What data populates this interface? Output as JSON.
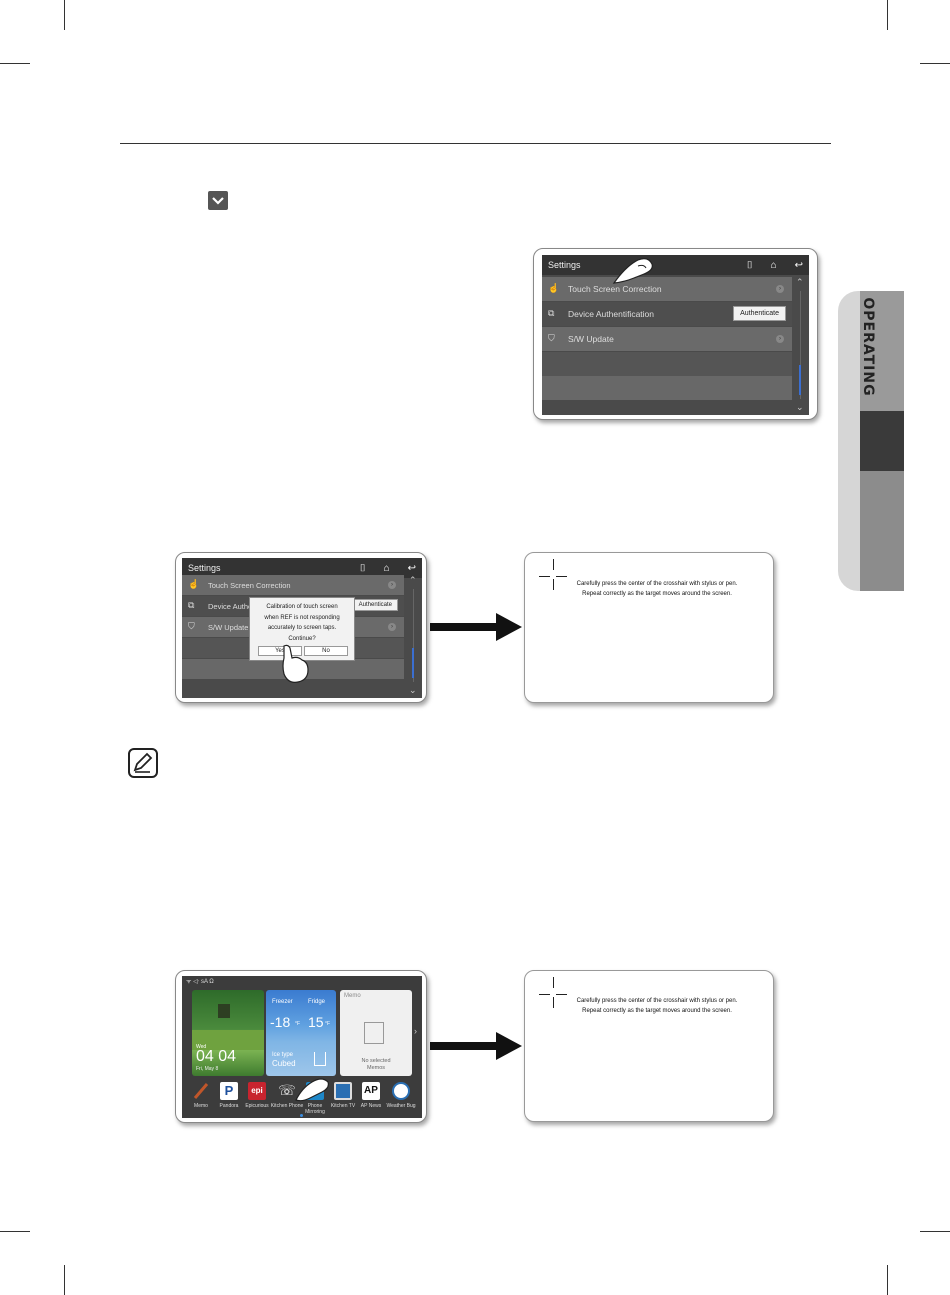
{
  "side_tab": {
    "label": "OPERATING"
  },
  "screen1": {
    "title": "Settings",
    "rows": [
      {
        "label": "Touch Screen Correction"
      },
      {
        "label": "Device Authentification",
        "button": "Authenticate"
      },
      {
        "label": "S/W Update"
      }
    ]
  },
  "screen2": {
    "title": "Settings",
    "rows": [
      {
        "label": "Touch Screen Correction"
      },
      {
        "label": "Device Authe",
        "button": "Authenticate"
      },
      {
        "label": "S/W Update"
      }
    ],
    "popup": {
      "line1": "Calibration of touch screen",
      "line2": "when REF is not responding",
      "line3": "accurately to screen taps.",
      "line4": "Continue?",
      "yes": "Yes",
      "no": "No"
    }
  },
  "calibration": {
    "line1": "Carefully press the center of the crosshair with stylus or pen.",
    "line2": "Repeat correctly as the target moves around the screen."
  },
  "home": {
    "status": "ᯤ ◁ᐧ   sA Ω",
    "clock": {
      "day": "Wed",
      "time": "04 04",
      "date": "Fri, May 8"
    },
    "fridge": {
      "freezer_label": "Freezer",
      "fridge_label": "Fridge",
      "freezer_temp": "-18",
      "fridge_temp": "15",
      "unit": "°F",
      "ice_label": "Ice type",
      "ice_value": "Cubed"
    },
    "memo": {
      "title": "Memo",
      "empty_line1": "No selected",
      "empty_line2": "Memos"
    },
    "apps": [
      {
        "label": "Memo",
        "color": "#c0562a"
      },
      {
        "label": "Pandora",
        "color": "#ffffff"
      },
      {
        "label": "Epicurious",
        "color": "#c8242f"
      },
      {
        "label": "Kitchen Phone",
        "color": "#5a5a5a"
      },
      {
        "label": "Phone Mirroring",
        "color": "#1e88c9"
      },
      {
        "label": "Kitchen TV",
        "color": "#2a6fb3"
      },
      {
        "label": "AP News",
        "color": "#ffffff"
      },
      {
        "label": "Weather Bug",
        "color": "#2a6fb3"
      }
    ]
  }
}
